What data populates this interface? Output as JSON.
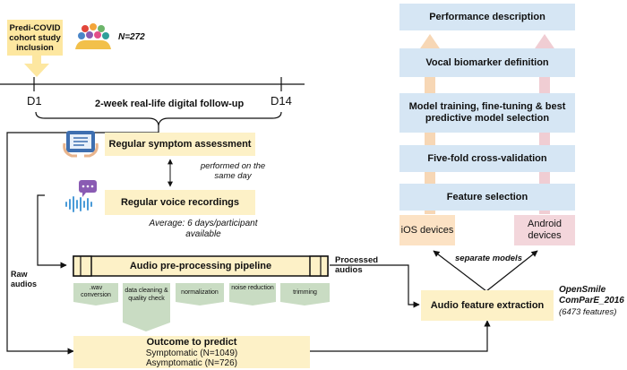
{
  "cohort": {
    "label": "Predi-COVID cohort study inclusion",
    "n": "N=272"
  },
  "timeline": {
    "start": "D1",
    "end": "D14",
    "followup": "2-week real-life digital follow-up"
  },
  "symptom_box": "Regular symptom assessment",
  "voice_box": "Regular voice recordings",
  "same_day": "performed on the same day",
  "average": "Average: 6 days/participant available",
  "raw_audios": "Raw audios",
  "pipeline": {
    "title": "Audio pre-processing pipeline",
    "steps": [
      ".wav conversion",
      "data cleaning & quality check",
      "normalization",
      "noise reduction",
      "trimming"
    ]
  },
  "outcome": {
    "title": "Outcome to predict",
    "symptomatic": "Symptomatic (N=1049)",
    "asymptomatic": "Asymptomatic (N=726)"
  },
  "processed_audios": "Processed audios",
  "feature_extraction": "Audio feature extraction",
  "opensmile": {
    "name": "OpenSmile ComParE_2016",
    "features": "(6473 features)"
  },
  "separate_models": "separate models",
  "devices": {
    "ios": "iOS devices",
    "android": "Android devices"
  },
  "ml_steps": [
    "Performance description",
    "Vocal biomarker definition",
    "Model training, fine-tuning & best predictive model selection",
    "Five-fold cross-validation",
    "Feature selection"
  ],
  "colors": {
    "yellow": "#fdf1c7",
    "blue": "#d6e6f4",
    "green": "#c9dcc3",
    "ios_arrow": "#f7d7b5",
    "android_arrow": "#f0cdd3"
  },
  "icons": [
    "people-icon",
    "tablet-icon",
    "voice-chat-icon"
  ]
}
